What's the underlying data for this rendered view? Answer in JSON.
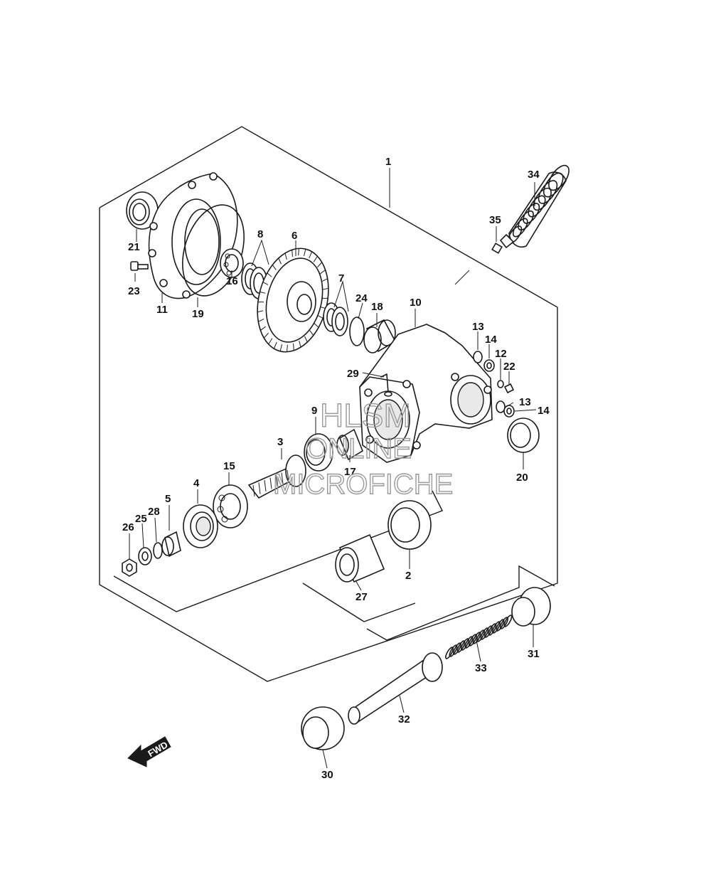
{
  "watermark": {
    "line1": "HLSM",
    "line2": "ONLINE",
    "line3": "MICROFICHE"
  },
  "direction_arrow": {
    "label": "FWD",
    "icon": "fwd-arrow-icon"
  },
  "callouts": {
    "c1": "1",
    "c2": "2",
    "c3": "3",
    "c4": "4",
    "c5": "5",
    "c6": "6",
    "c7": "7",
    "c8": "8",
    "c9": "9",
    "c10": "10",
    "c11": "11",
    "c12": "12",
    "c13a": "13",
    "c13b": "13",
    "c14a": "14",
    "c14b": "14",
    "c15": "15",
    "c16": "16",
    "c17": "17",
    "c18": "18",
    "c19": "19",
    "c20": "20",
    "c21": "21",
    "c22": "22",
    "c23": "23",
    "c24": "24",
    "c25": "25",
    "c26": "26",
    "c27": "27",
    "c28": "28",
    "c29": "29",
    "c30": "30",
    "c31": "31",
    "c32": "32",
    "c33": "33",
    "c34": "34",
    "c35": "35"
  }
}
